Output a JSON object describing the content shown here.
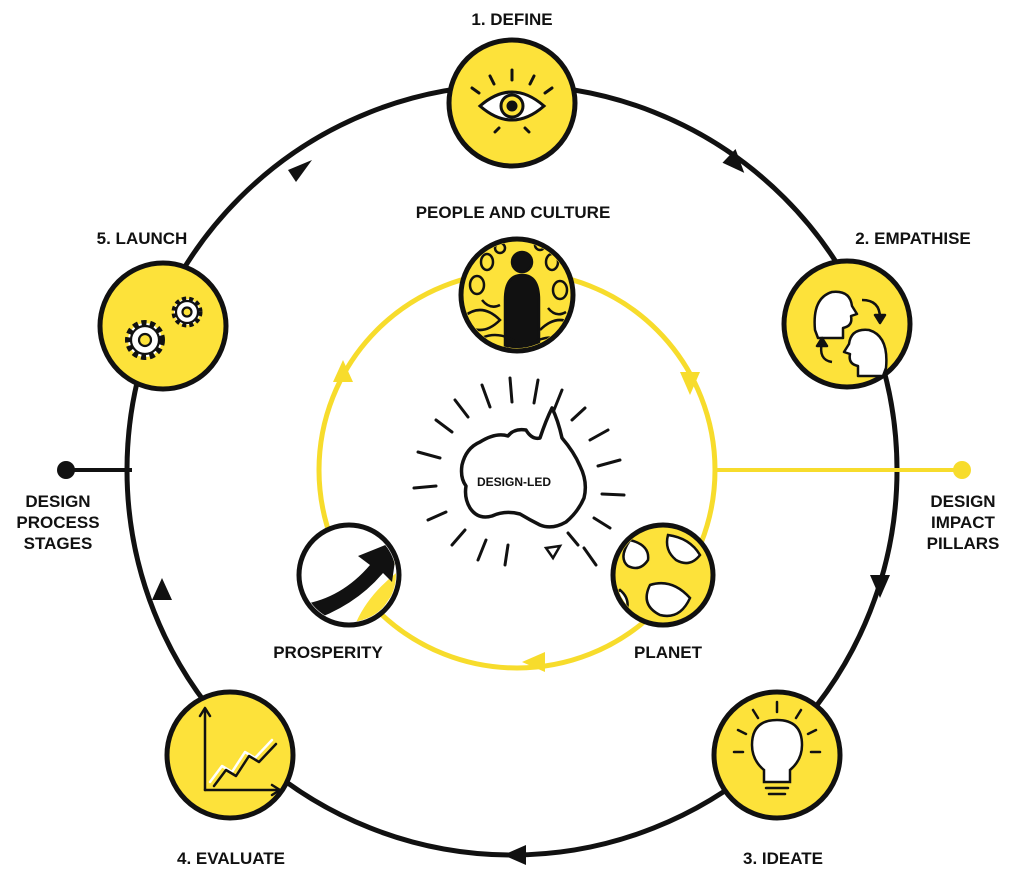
{
  "colors": {
    "accent": "#FDE23A",
    "ring_yellow": "#F7DC2C",
    "ink": "#111111",
    "paper": "#FFFFFF"
  },
  "outer_stages": [
    {
      "label": "1. DEFINE",
      "icon": "eye-icon"
    },
    {
      "label": "2. EMPATHISE",
      "icon": "heads-exchange-icon"
    },
    {
      "label": "3. IDEATE",
      "icon": "lightbulb-icon"
    },
    {
      "label": "4. EVALUATE",
      "icon": "rising-chart-icon"
    },
    {
      "label": "5. LAUNCH",
      "icon": "gears-icon"
    }
  ],
  "pillars": [
    {
      "label": "PEOPLE AND CULTURE",
      "icon": "people-crowd-icon"
    },
    {
      "label": "PLANET",
      "icon": "globe-icon"
    },
    {
      "label": "PROSPERITY",
      "icon": "upward-arrow-icon"
    }
  ],
  "center": {
    "label": "DESIGN-LED",
    "icon": "australia-map-icon"
  },
  "side_labels": {
    "left": [
      "DESIGN",
      "PROCESS",
      "STAGES"
    ],
    "right": [
      "DESIGN",
      "IMPACT",
      "PILLARS"
    ]
  }
}
